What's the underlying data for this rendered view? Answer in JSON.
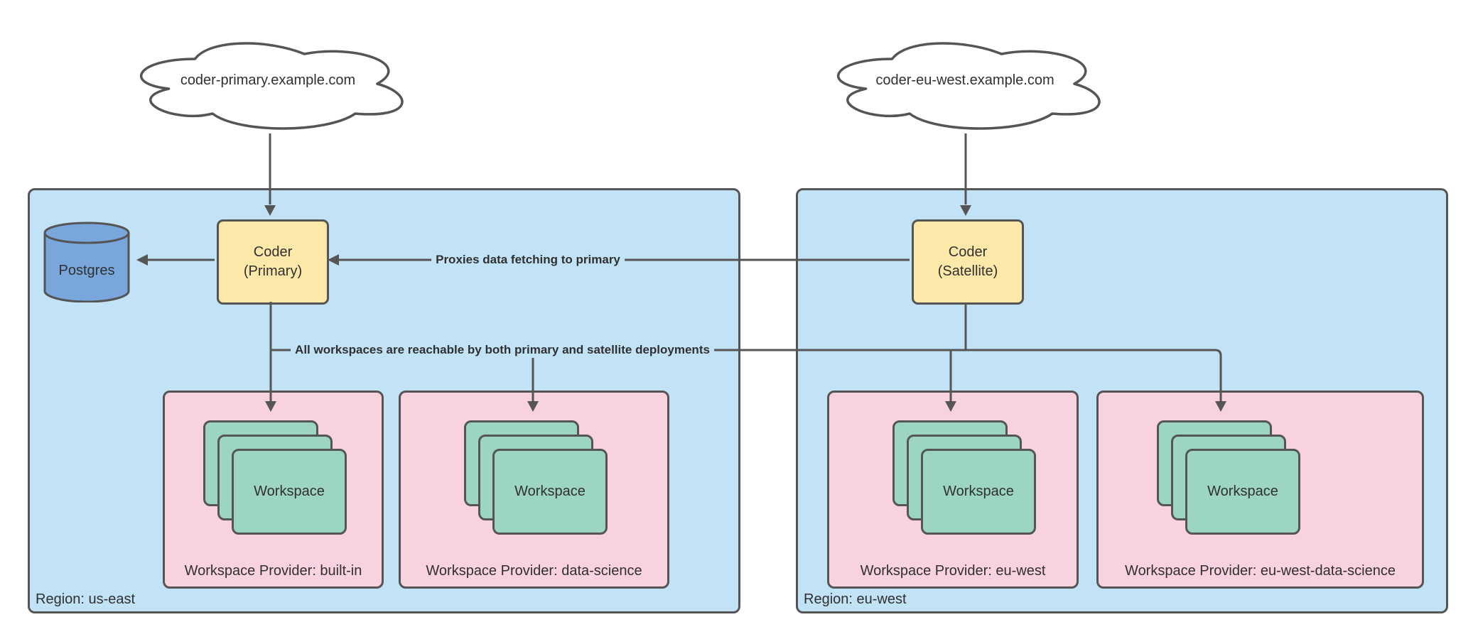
{
  "colors": {
    "canvas-bg": "#ffffff",
    "region-fill": "#c2e2f5",
    "provider-fill": "#f8d2dc",
    "workspace-fill": "#9cd5c1",
    "coder-fill": "#fce9a9",
    "db-fill": "#79a7db",
    "cloud-fill": "#ffffff",
    "stroke": "#555555",
    "text": "#303030"
  },
  "clouds": {
    "primary": {
      "label": "coder-primary.example.com"
    },
    "eu_west": {
      "label": "coder-eu-west.example.com"
    }
  },
  "regions": {
    "us_east": {
      "label": "Region: us-east"
    },
    "eu_west": {
      "label": "Region: eu-west"
    }
  },
  "nodes": {
    "postgres": {
      "label": "Postgres"
    },
    "coder_primary": {
      "line1": "Coder",
      "line2": "(Primary)"
    },
    "coder_satellite": {
      "line1": "Coder",
      "line2": "(Satellite)"
    }
  },
  "providers": [
    {
      "label": "Workspace Provider: built-in",
      "workspace": "Workspace"
    },
    {
      "label": "Workspace Provider: data-science",
      "workspace": "Workspace"
    },
    {
      "label": "Workspace Provider: eu-west",
      "workspace": "Workspace"
    },
    {
      "label": "Workspace Provider: eu-west-data-science",
      "workspace": "Workspace"
    }
  ],
  "edges": {
    "proxy_label": "Proxies data fetching to primary",
    "workspaces_label": "All workspaces are reachable by both primary and satellite deployments"
  }
}
